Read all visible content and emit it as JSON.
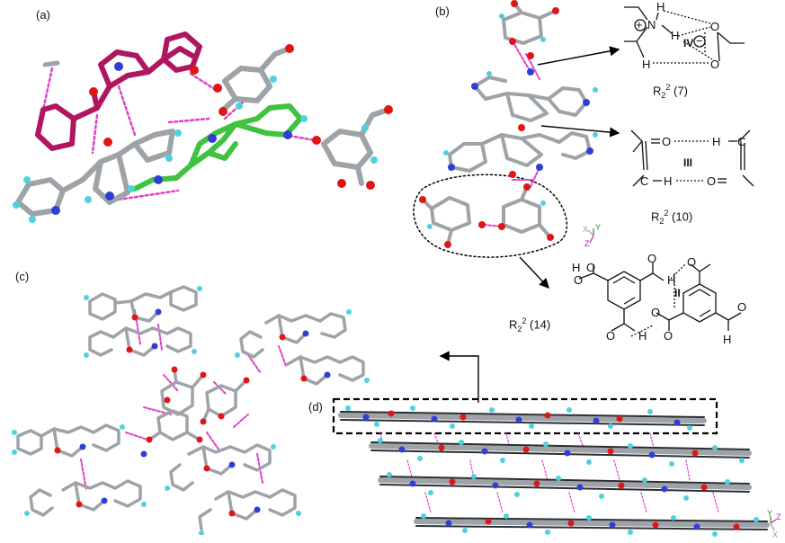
{
  "panels": {
    "a": "(a)",
    "b": "(b)",
    "c": "(c)",
    "d": "(d)"
  },
  "motifs": {
    "iv": {
      "label": "IV",
      "atoms": [
        "N",
        "H",
        "H",
        "H",
        "O",
        "O"
      ],
      "charges": [
        "+",
        "−"
      ],
      "ring_base": "R",
      "ring_sub": "2",
      "ring_sup": "2",
      "ring_size": "(7)"
    },
    "iii": {
      "label": "III",
      "atoms": [
        "O",
        "C",
        "H",
        "H",
        "C",
        "O"
      ],
      "ring_base": "R",
      "ring_sub": "2",
      "ring_sup": "2",
      "ring_size": "(10)"
    },
    "ii": {
      "label": "II",
      "atoms": [
        "H",
        "O",
        "O",
        "O",
        "H",
        "O",
        "O",
        "O",
        "H",
        "O",
        "O",
        "H"
      ],
      "ring_base": "R",
      "ring_sub": "2",
      "ring_sup": "2",
      "ring_size": "(14)"
    }
  },
  "axes_b": {
    "x": "X",
    "y": "Y",
    "z": "Z"
  },
  "axes_d": {
    "y": "Y",
    "z": "Z",
    "x": "X"
  },
  "colors": {
    "carbon": "#9ea3a8",
    "hydrogen": "#4fd2e0",
    "nitrogen": "#2f3fd6",
    "oxygen": "#e01616",
    "magenta_molecule": "#b01660",
    "green_molecule": "#3fc23f",
    "hbond": "#e040c8",
    "arrow": "#000000"
  }
}
